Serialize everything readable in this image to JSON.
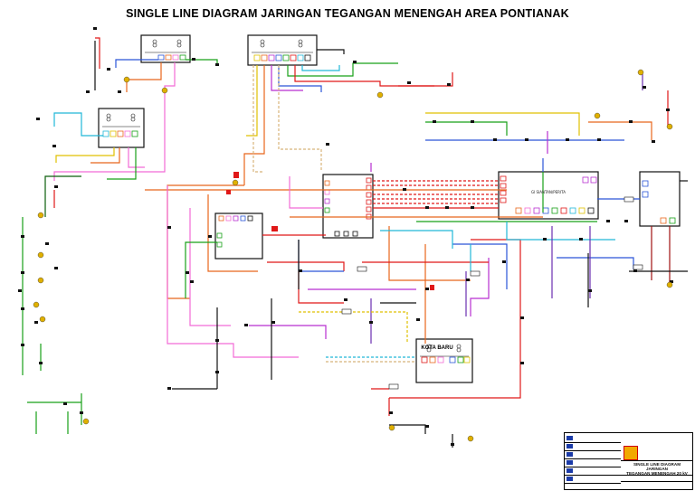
{
  "title": "SINGLE LINE DIAGRAM JARINGAN TEGANGAN MENENGAH AREA PONTIANAK",
  "substations": {
    "gi_kota_baru_label": "KOTA BARU",
    "gi_siantan_label": "GI SIANTAN/PERITA"
  },
  "title_block": {
    "drawing_title_line1": "SINGLE LINE DIAGRAM JARINGAN",
    "drawing_title_line2": "TEGANGAN MENENGAH 20 kV"
  },
  "colors": {
    "orange": "#e8661c",
    "pink": "#f26bd6",
    "magenta": "#b82fd0",
    "red": "#e01818",
    "dark_red": "#a01010",
    "green": "#18a018",
    "dark_green": "#0a5e0a",
    "blue": "#2a55d8",
    "cyan": "#20b8d8",
    "purple": "#6a2fb0",
    "yellow": "#e0c000",
    "tan": "#d8b47a",
    "black": "#111111",
    "gray": "#7a7a7a"
  }
}
